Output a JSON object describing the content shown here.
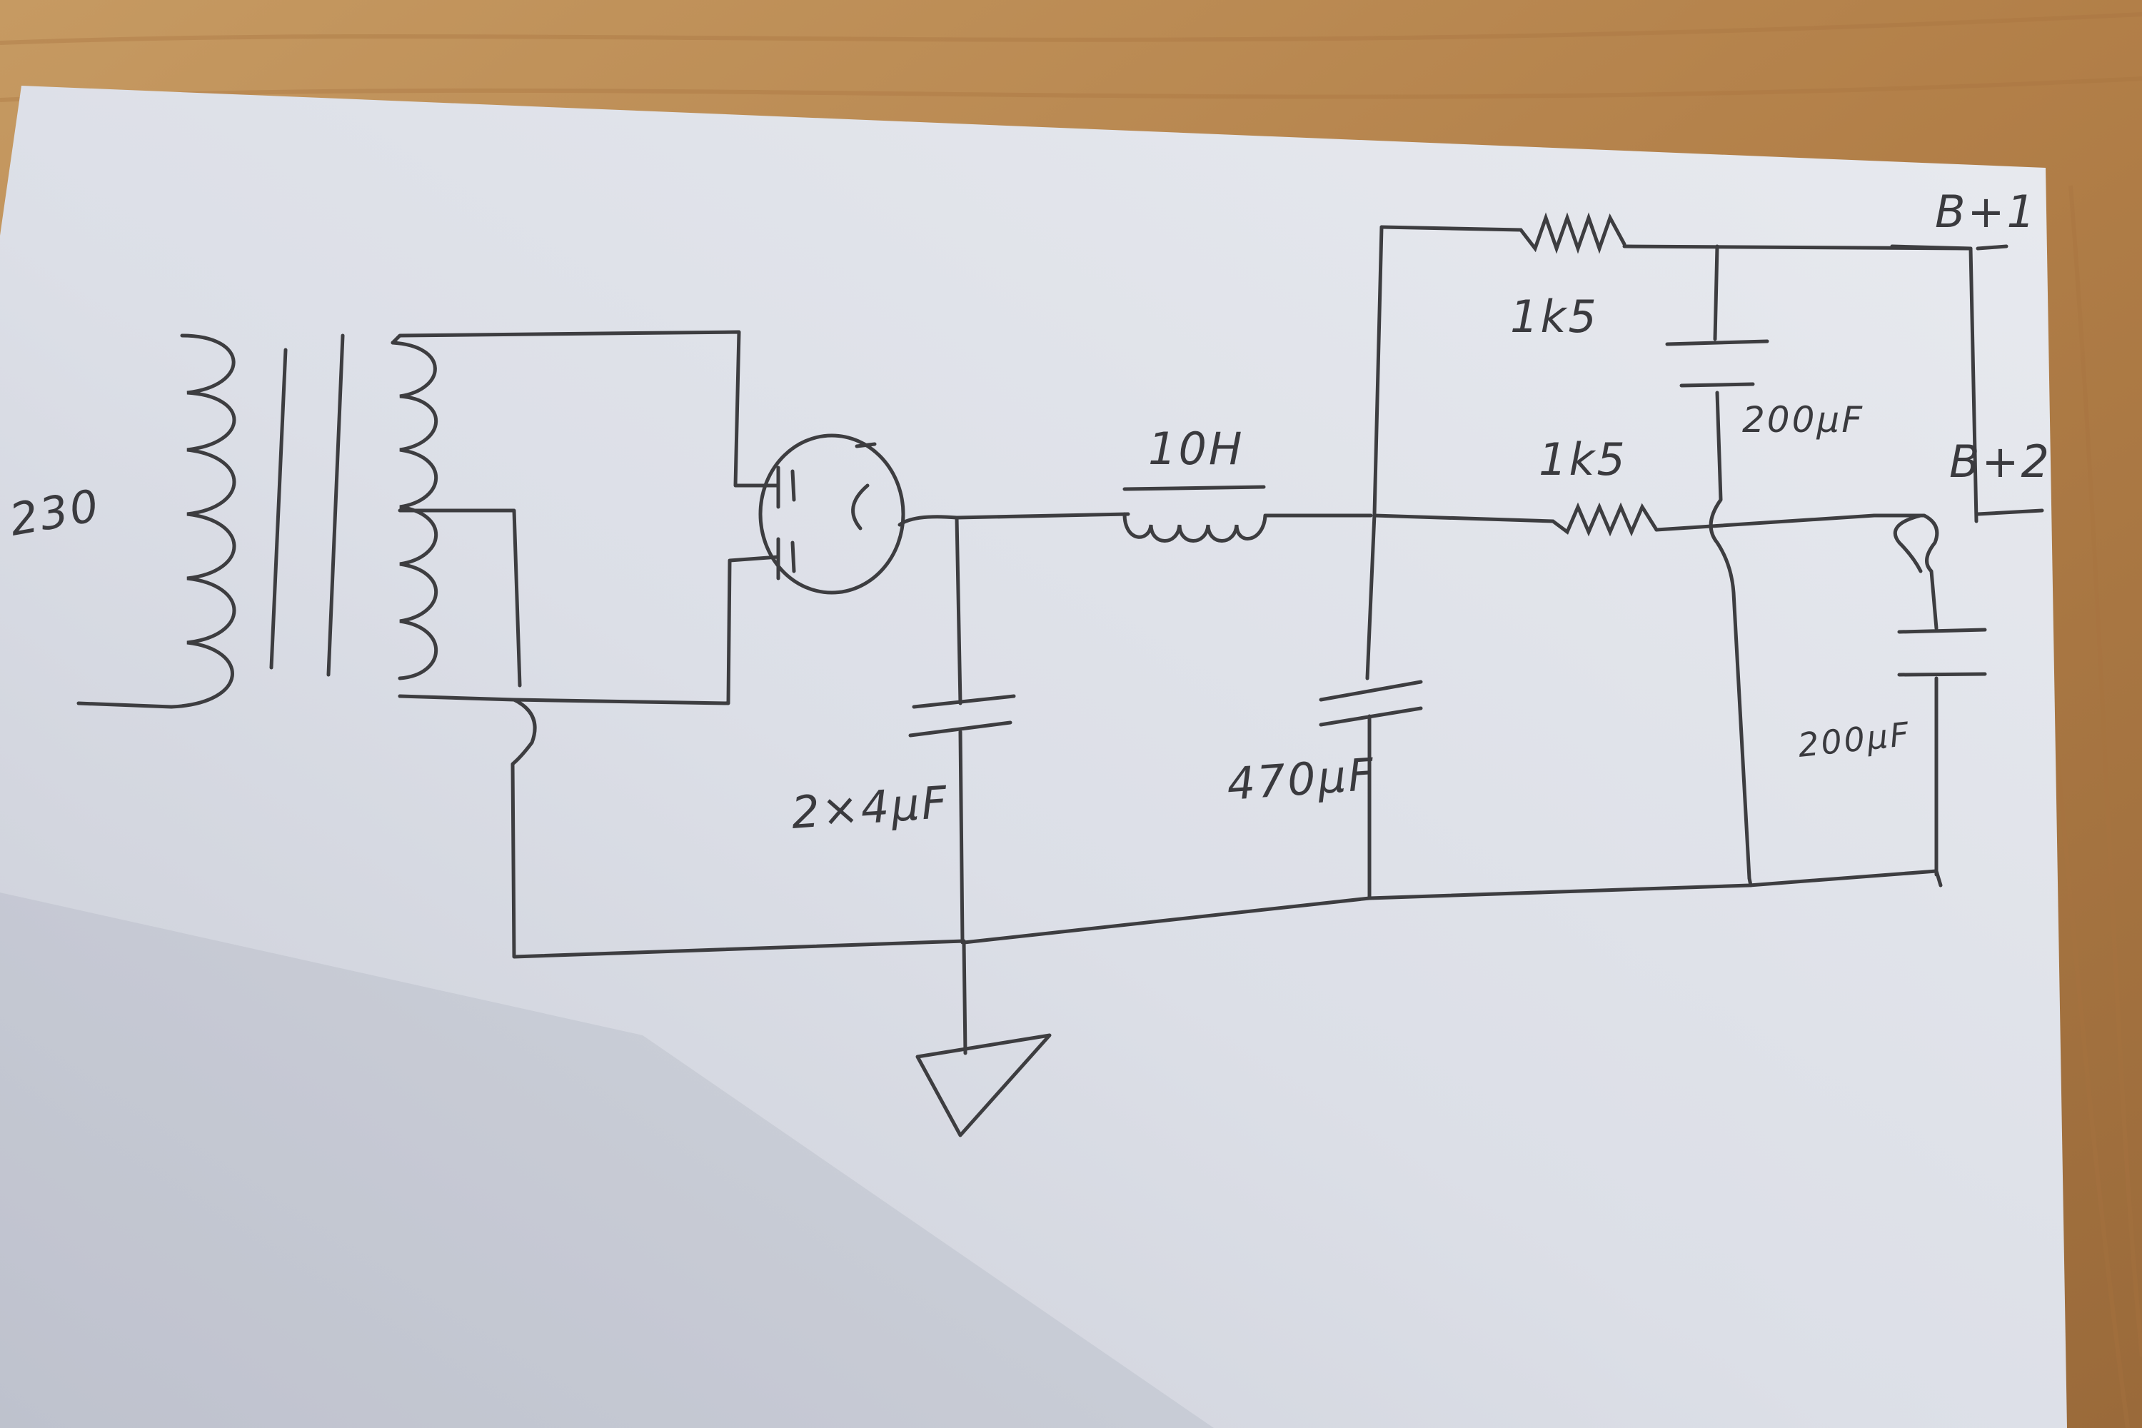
{
  "schematic": {
    "mains_voltage": "230",
    "choke": "10H",
    "cap_reservoir": "2×4μF",
    "cap_main": "470μF",
    "resistor_1": "1k5",
    "resistor_2": "1k5",
    "cap_b1": "200μF",
    "cap_b2": "200μF",
    "output_1": "B+1",
    "output_2": "B+2"
  },
  "colors": {
    "desk": "#b98a52",
    "paper": "#dfe2ea",
    "ink": "#3d3d40"
  },
  "icons": [
    "transformer-icon",
    "rectifier-tube-icon",
    "choke-icon",
    "resistor-icon",
    "capacitor-icon",
    "ground-icon"
  ]
}
